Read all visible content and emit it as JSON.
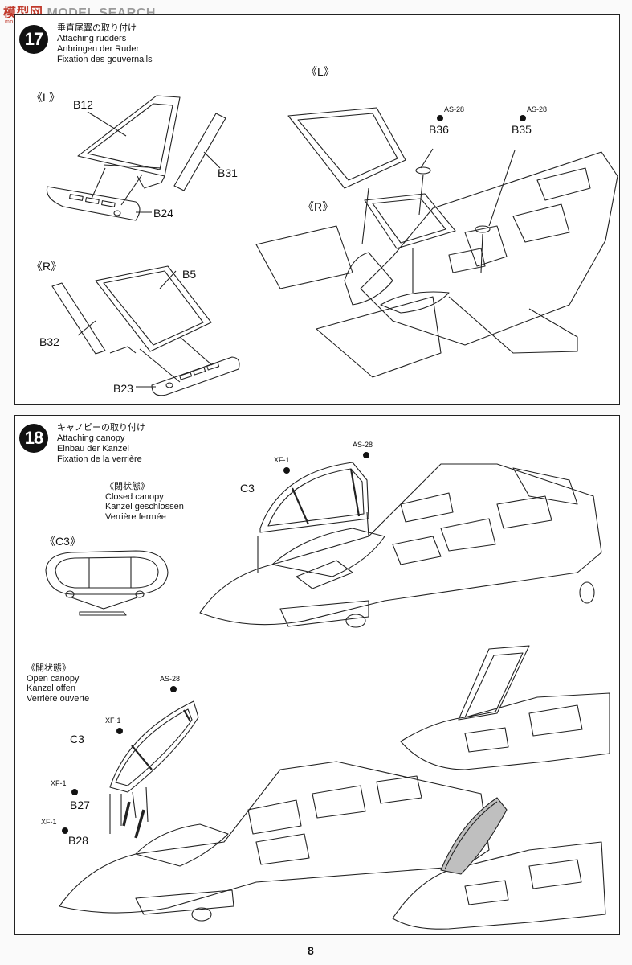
{
  "watermark": {
    "brand": "模型网",
    "suffix": "MODEL SEARCH",
    "url": "moxing.net"
  },
  "page_number": "8",
  "step17": {
    "number": "17",
    "title_jp": "垂直尾翼の取り付け",
    "title_en": "Attaching rudders",
    "title_de": "Anbringen der Ruder",
    "title_fr": "Fixation des gouvernails",
    "left_tag": "《L》",
    "right_tag": "《R》",
    "assembled_left_tag": "《L》",
    "assembled_right_tag": "《R》",
    "parts": {
      "b12": "B12",
      "b31": "B31",
      "b24": "B24",
      "b5": "B5",
      "b32": "B32",
      "b23": "B23",
      "b36": "B36",
      "b35": "B35"
    },
    "paint_b36": "AS-28",
    "paint_b35": "AS-28"
  },
  "step18": {
    "number": "18",
    "title_jp": "キャノピーの取り付け",
    "title_en": "Attaching canopy",
    "title_de": "Einbau der Kanzel",
    "title_fr": "Fixation de la verrière",
    "closed": {
      "tag": "《閉状態》",
      "en": "Closed canopy",
      "de": "Kanzel geschlossen",
      "fr": "Verrière fermée"
    },
    "open": {
      "tag": "《開状態》",
      "en": "Open canopy",
      "de": "Kanzel offen",
      "fr": "Verrière ouverte"
    },
    "c3_tag": "《C3》",
    "parts": {
      "c3_closed": "C3",
      "c3_open": "C3",
      "b27": "B27",
      "b28": "B28"
    },
    "paints": {
      "xf1_closed": "XF-1",
      "as28_closed": "AS-28",
      "xf1_open": "XF-1",
      "as28_open": "AS-28",
      "xf1_b27": "XF-1",
      "xf1_b28": "XF-1"
    }
  }
}
